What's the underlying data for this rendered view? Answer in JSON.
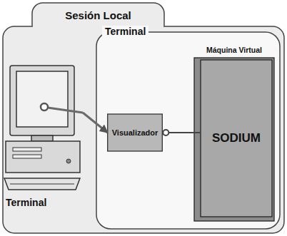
{
  "diagram": {
    "nodes": [
      {
        "text": [
          "Sesión Local"
        ]
      },
      {
        "text": [
          "Terminal"
        ],
        "in": 0
      },
      {
        "text": [
          "Terminal"
        ],
        "in": 0
      },
      {
        "text": [
          "Visualizador"
        ],
        "in": 2
      },
      {
        "text": [
          "Máquina Virtual"
        ],
        "in": 2
      },
      {
        "text": [
          "SODIUM"
        ],
        "in": 4
      }
    ],
    "edges": [
      {
        "from": 1,
        "to": 3,
        "arrow": "to"
      },
      {
        "from": 3,
        "to": 5,
        "arrow": "none"
      }
    ]
  }
}
